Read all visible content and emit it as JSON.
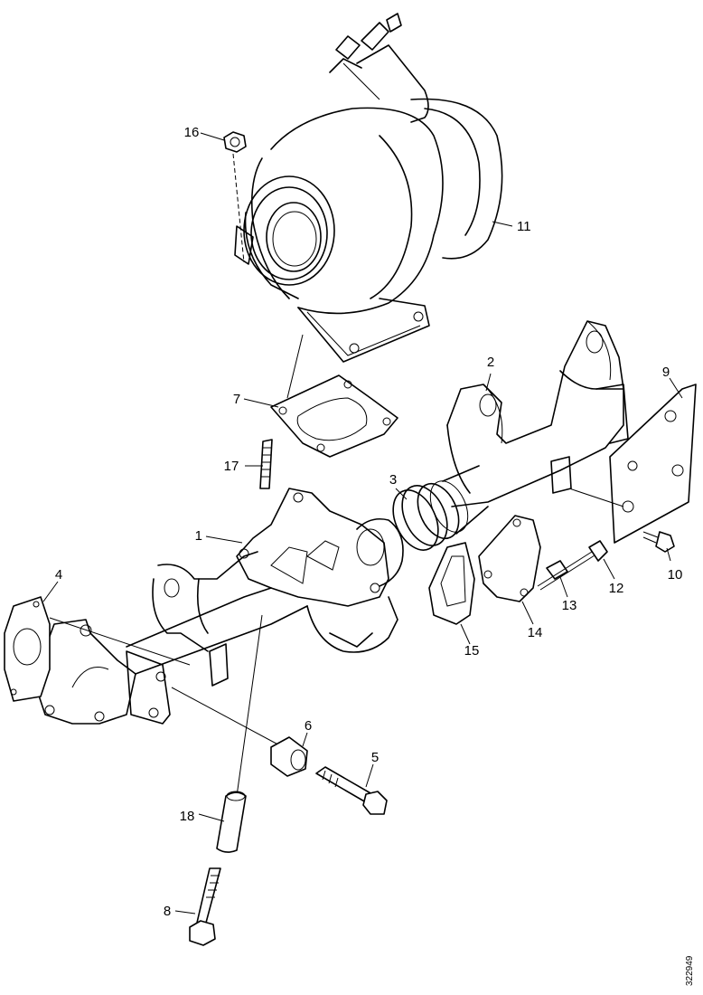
{
  "callouts": {
    "c1": "1",
    "c2": "2",
    "c3": "3",
    "c4": "4",
    "c5": "5",
    "c6": "6",
    "c7": "7",
    "c8": "8",
    "c9": "9",
    "c10": "10",
    "c11": "11",
    "c12": "12",
    "c13": "13",
    "c14": "14",
    "c15": "15",
    "c16": "16",
    "c17": "17",
    "c18": "18"
  },
  "drawing_code": "322949"
}
